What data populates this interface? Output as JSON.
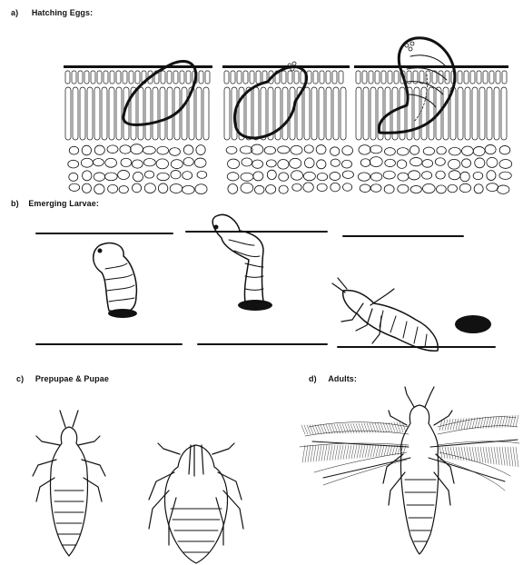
{
  "labels": {
    "a": "a)",
    "a_text": "Hatching Eggs:",
    "b": "b)",
    "b_text": "Emerging Larvae:",
    "c": "c)",
    "c_text": "Prepupae & Pupae",
    "d": "d)",
    "d_text": "Adults:"
  },
  "colors": {
    "ink": "#111111",
    "paper": "#ffffff"
  }
}
